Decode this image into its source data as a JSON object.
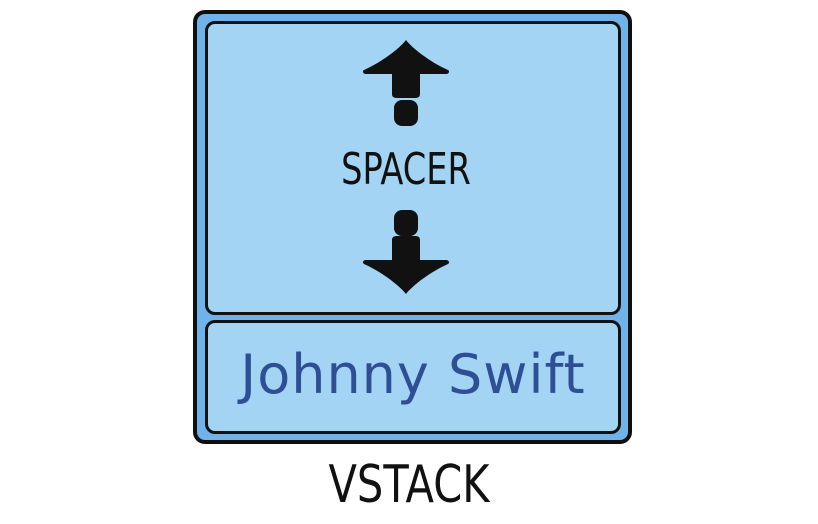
{
  "diagram": {
    "spacer_label": "SPACER",
    "content_label": "Johnny Swift",
    "caption": "VSTACK",
    "arrow_up_icon": "up-arrow-icon",
    "arrow_down_icon": "down-arrow-icon"
  },
  "colors": {
    "outer_fill": "#6fb3ea",
    "box_fill": "#a3d4f4",
    "outline": "#111111",
    "name_text": "#2e4f96"
  }
}
